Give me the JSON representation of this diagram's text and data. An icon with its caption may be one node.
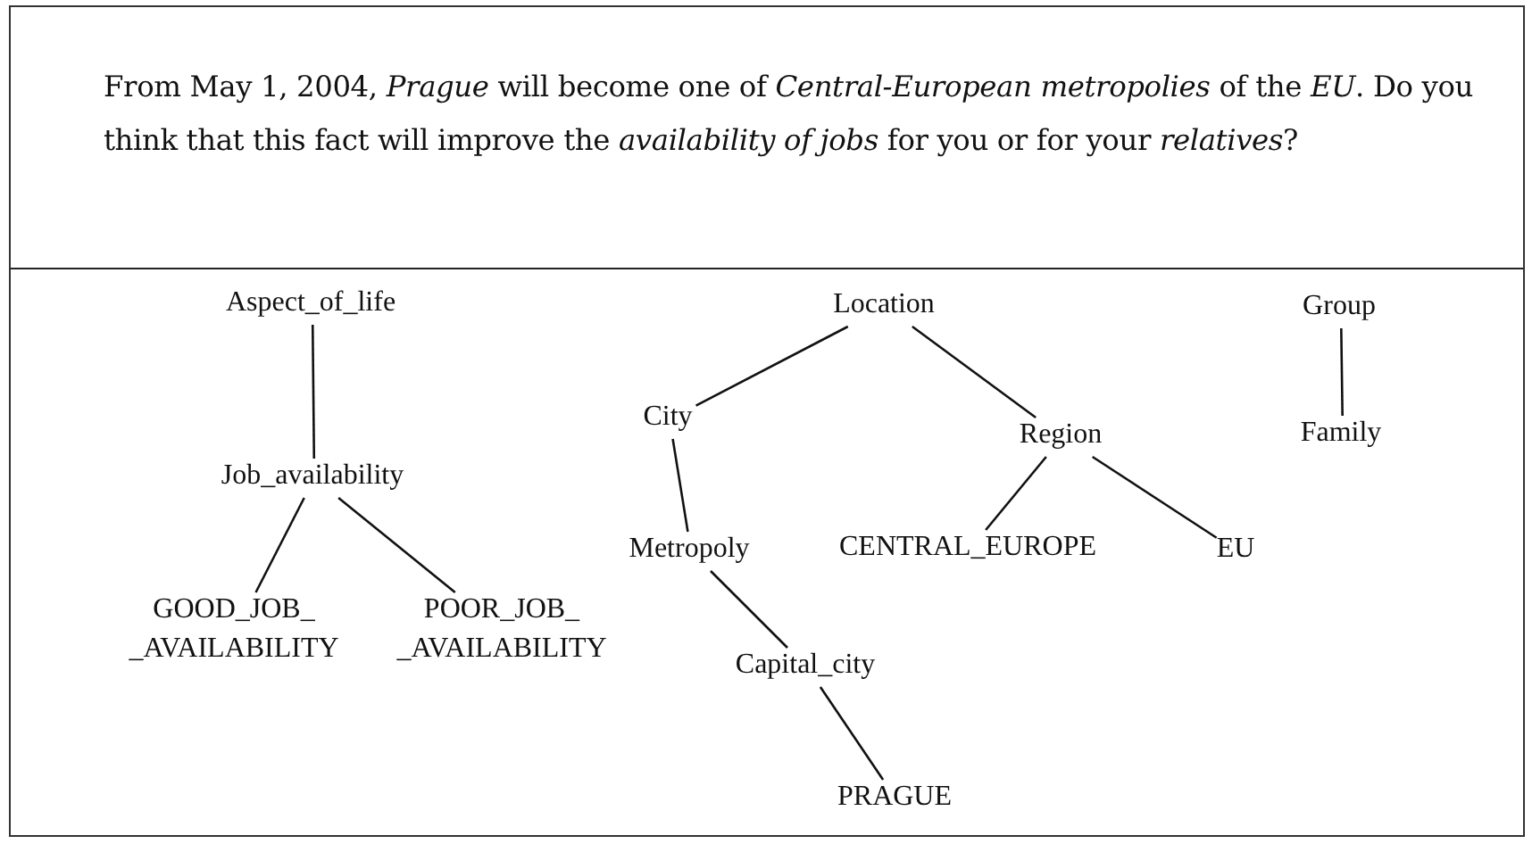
{
  "diagram": {
    "title": "From May 1, 2004, *Prague* will become one of *Central-European metropolies* of the *EU*. Do you think that this fact will improve the *availability of jobs* for you or for your *relatives*?",
    "nodes": [
      {
        "text": [
          "Aspect_of_life"
        ]
      },
      {
        "text": [
          "Job_availability"
        ]
      },
      {
        "text": [
          "GOOD_JOB_ _AVAILABILITY"
        ]
      },
      {
        "text": [
          "POOR_JOB_ _AVAILABILITY"
        ]
      },
      {
        "text": [
          "Location"
        ]
      },
      {
        "text": [
          "City"
        ]
      },
      {
        "text": [
          "Region"
        ]
      },
      {
        "text": [
          "Metropoly"
        ]
      },
      {
        "text": [
          "CENTRAL_EUROPE"
        ]
      },
      {
        "text": [
          "EU"
        ]
      },
      {
        "text": [
          "Capital_city"
        ]
      },
      {
        "text": [
          "PRAGUE"
        ]
      },
      {
        "text": [
          "Group"
        ]
      },
      {
        "text": [
          "Family"
        ]
      }
    ],
    "edges": [
      {
        "from": 0,
        "to": 1,
        "arrow": "none"
      },
      {
        "from": 1,
        "to": 2,
        "arrow": "none"
      },
      {
        "from": 1,
        "to": 3,
        "arrow": "none"
      },
      {
        "from": 4,
        "to": 5,
        "arrow": "none"
      },
      {
        "from": 4,
        "to": 6,
        "arrow": "none"
      },
      {
        "from": 5,
        "to": 7,
        "arrow": "none"
      },
      {
        "from": 6,
        "to": 8,
        "arrow": "none"
      },
      {
        "from": 6,
        "to": 9,
        "arrow": "none"
      },
      {
        "from": 7,
        "to": 10,
        "arrow": "none"
      },
      {
        "from": 10,
        "to": 11,
        "arrow": "none"
      },
      {
        "from": 12,
        "to": 13,
        "arrow": "none"
      }
    ]
  }
}
